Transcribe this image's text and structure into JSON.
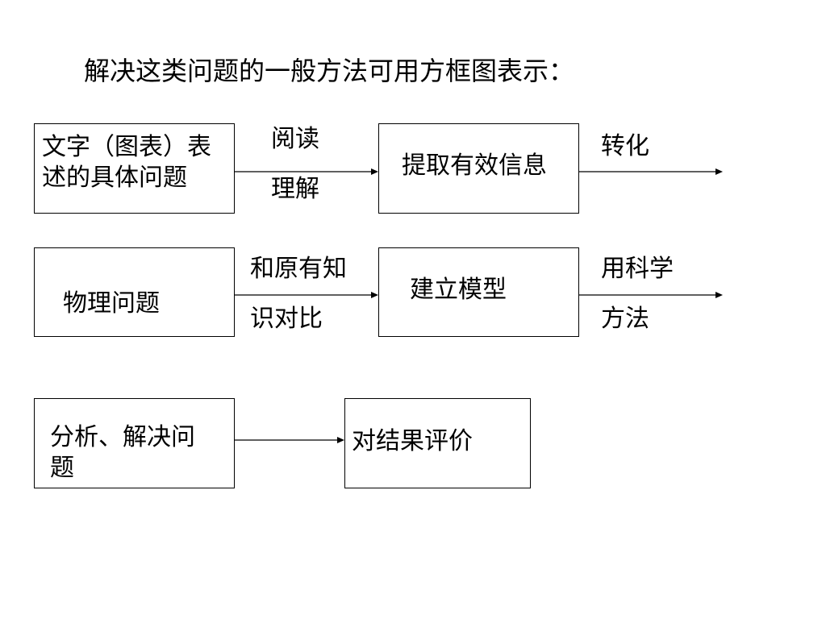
{
  "title": "解决这类问题的一般方法可用方框图表示：",
  "boxes": {
    "text_problem": {
      "line1": "文字（图表）表",
      "line2": "述的具体问题"
    },
    "extract_info": "提取有效信息",
    "physics_problem": "物理问题",
    "build_model": "建立模型",
    "analyze_solve": {
      "line1": "分析、解决问",
      "line2": "题"
    },
    "evaluate_result": "对结果评价"
  },
  "edge_labels": {
    "read": "阅读",
    "understand": "理解",
    "convert": "转化",
    "compare_line1": "和原有知",
    "compare_line2": "识对比",
    "science_line1": "用科学",
    "science_line2": "方法"
  }
}
